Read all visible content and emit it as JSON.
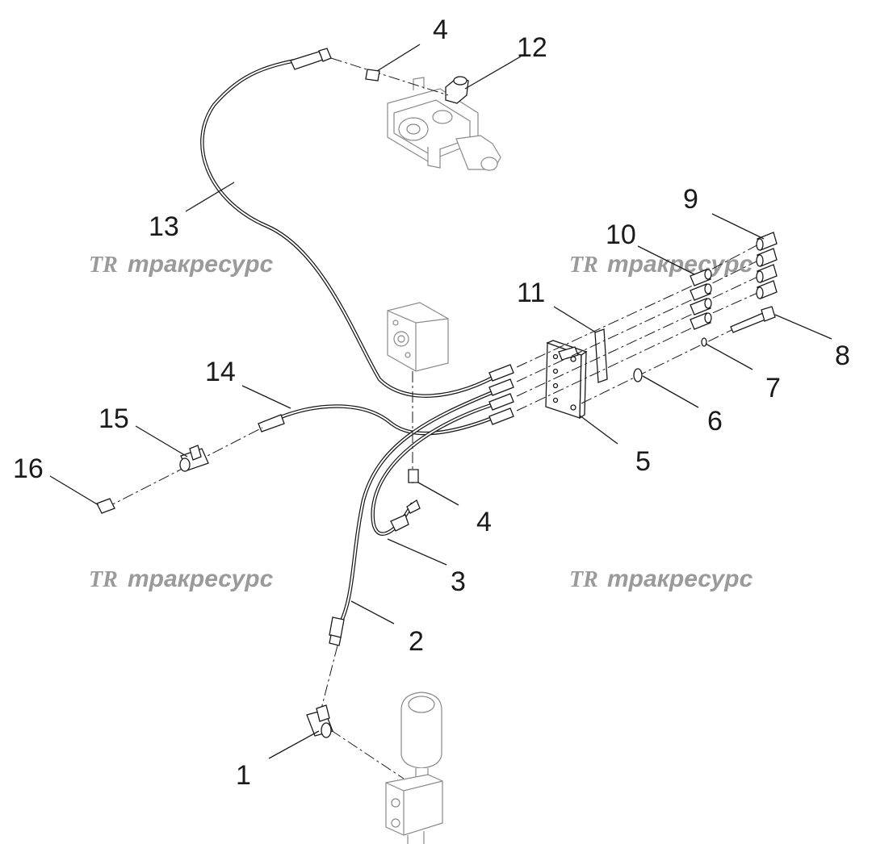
{
  "watermark": {
    "logo": "TR",
    "text": "тракресурс"
  },
  "callouts": [
    {
      "id": "1",
      "label": "1"
    },
    {
      "id": "2",
      "label": "2"
    },
    {
      "id": "3",
      "label": "3"
    },
    {
      "id": "4a",
      "label": "4"
    },
    {
      "id": "4b",
      "label": "4"
    },
    {
      "id": "5",
      "label": "5"
    },
    {
      "id": "6",
      "label": "6"
    },
    {
      "id": "7",
      "label": "7"
    },
    {
      "id": "8",
      "label": "8"
    },
    {
      "id": "9",
      "label": "9"
    },
    {
      "id": "10",
      "label": "10"
    },
    {
      "id": "11",
      "label": "11"
    },
    {
      "id": "12",
      "label": "12"
    },
    {
      "id": "13",
      "label": "13"
    },
    {
      "id": "14",
      "label": "14"
    },
    {
      "id": "15",
      "label": "15"
    },
    {
      "id": "16",
      "label": "16"
    }
  ]
}
